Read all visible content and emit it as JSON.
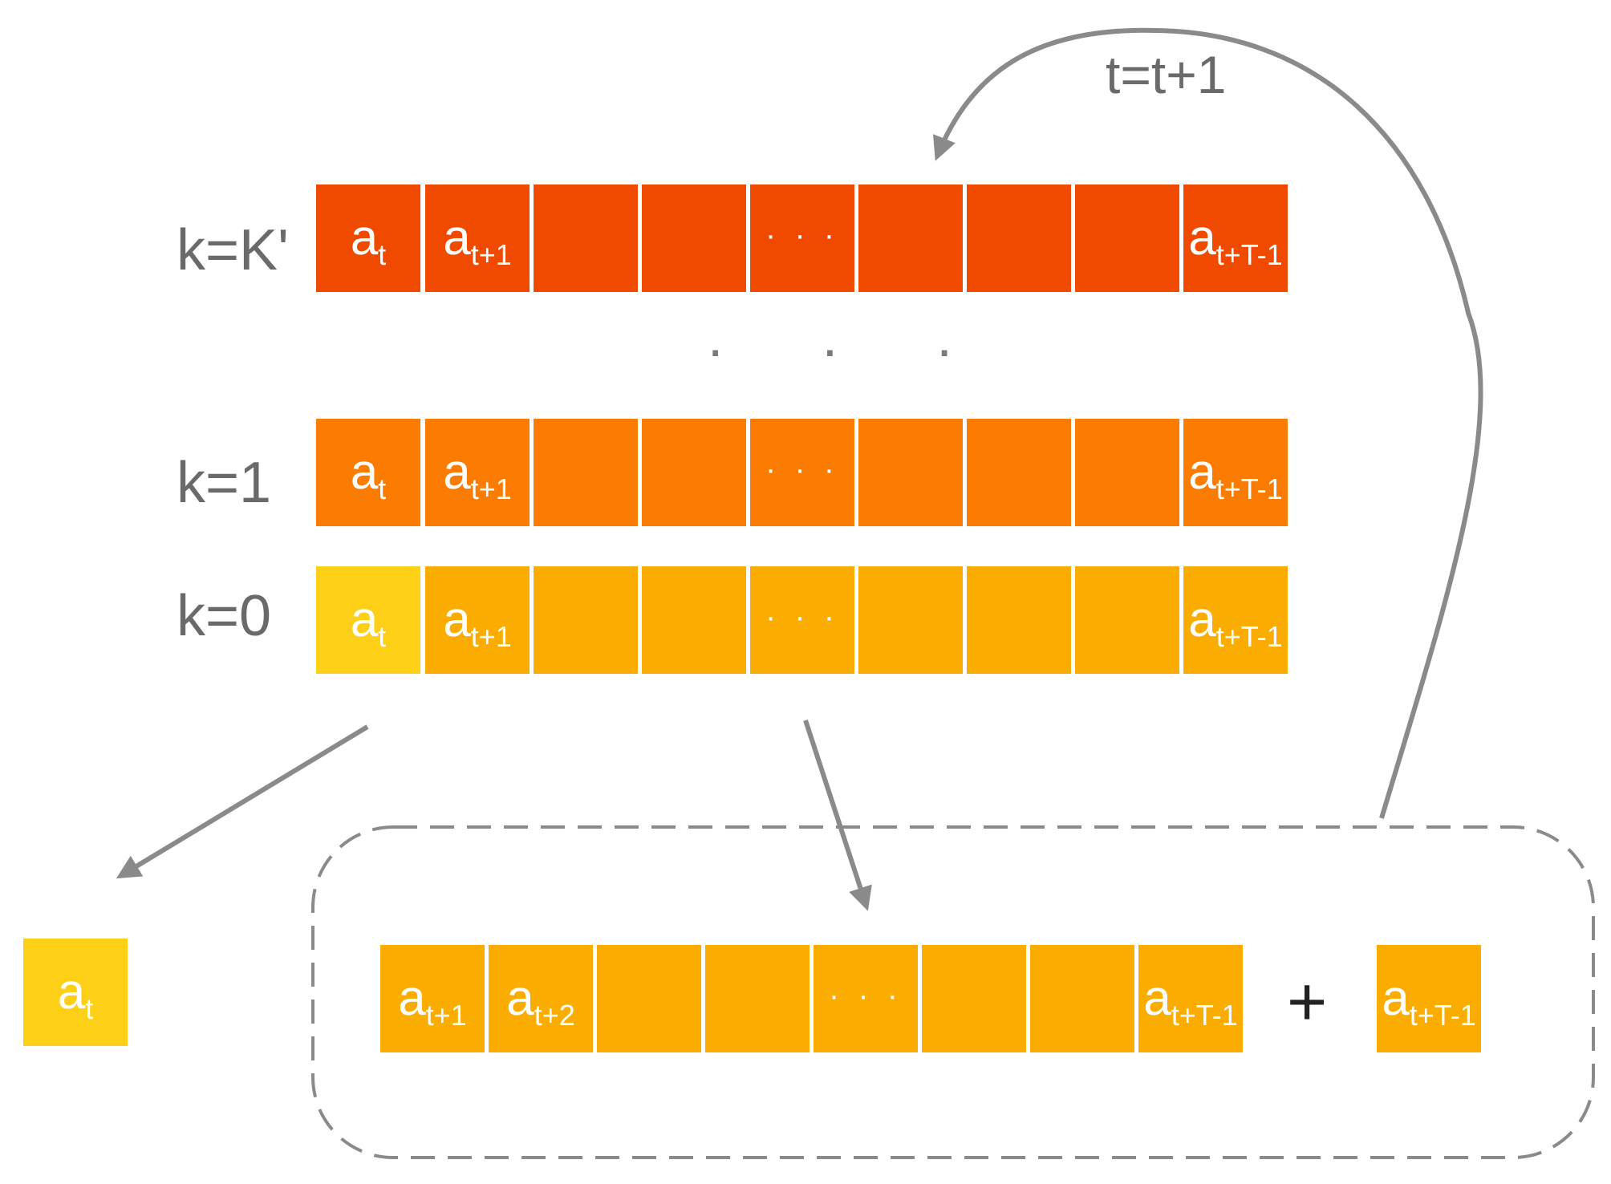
{
  "colors": {
    "row_top": "#f04a00",
    "row_mid": "#fb7c00",
    "row_bottom": "#fbac00",
    "highlight": "#fdd017",
    "arrow": "#8a8a8a",
    "label": "#6a6a6a"
  },
  "loop_label": "t=t+1",
  "vertical_ellipsis": "· · ·",
  "plus": "+",
  "rows": [
    {
      "label": "k=K'",
      "cells": [
        {
          "base": "a",
          "sub": "t"
        },
        {
          "base": "a",
          "sub": "t+1"
        },
        {
          "base": "",
          "sub": ""
        },
        {
          "base": "",
          "sub": ""
        },
        {
          "dots": "· · ·"
        },
        {
          "base": "",
          "sub": ""
        },
        {
          "base": "",
          "sub": ""
        },
        {
          "base": "",
          "sub": ""
        },
        {
          "base": "a",
          "sub": "t+T-1"
        }
      ]
    },
    {
      "label": "k=1",
      "cells": [
        {
          "base": "a",
          "sub": "t"
        },
        {
          "base": "a",
          "sub": "t+1"
        },
        {
          "base": "",
          "sub": ""
        },
        {
          "base": "",
          "sub": ""
        },
        {
          "dots": "· · ·"
        },
        {
          "base": "",
          "sub": ""
        },
        {
          "base": "",
          "sub": ""
        },
        {
          "base": "",
          "sub": ""
        },
        {
          "base": "a",
          "sub": "t+T-1"
        }
      ]
    },
    {
      "label": "k=0",
      "cells": [
        {
          "base": "a",
          "sub": "t"
        },
        {
          "base": "a",
          "sub": "t+1"
        },
        {
          "base": "",
          "sub": ""
        },
        {
          "base": "",
          "sub": ""
        },
        {
          "dots": "· · ·"
        },
        {
          "base": "",
          "sub": ""
        },
        {
          "base": "",
          "sub": ""
        },
        {
          "base": "",
          "sub": ""
        },
        {
          "base": "a",
          "sub": "t+T-1"
        }
      ]
    }
  ],
  "output_action": {
    "base": "a",
    "sub": "t"
  },
  "shifted_row": {
    "cells": [
      {
        "base": "a",
        "sub": "t+1"
      },
      {
        "base": "a",
        "sub": "t+2"
      },
      {
        "base": "",
        "sub": ""
      },
      {
        "base": "",
        "sub": ""
      },
      {
        "dots": "· · ·"
      },
      {
        "base": "",
        "sub": ""
      },
      {
        "base": "",
        "sub": ""
      },
      {
        "base": "a",
        "sub": "t+T-1"
      }
    ],
    "appended": {
      "base": "a",
      "sub": "t+T-1"
    }
  }
}
